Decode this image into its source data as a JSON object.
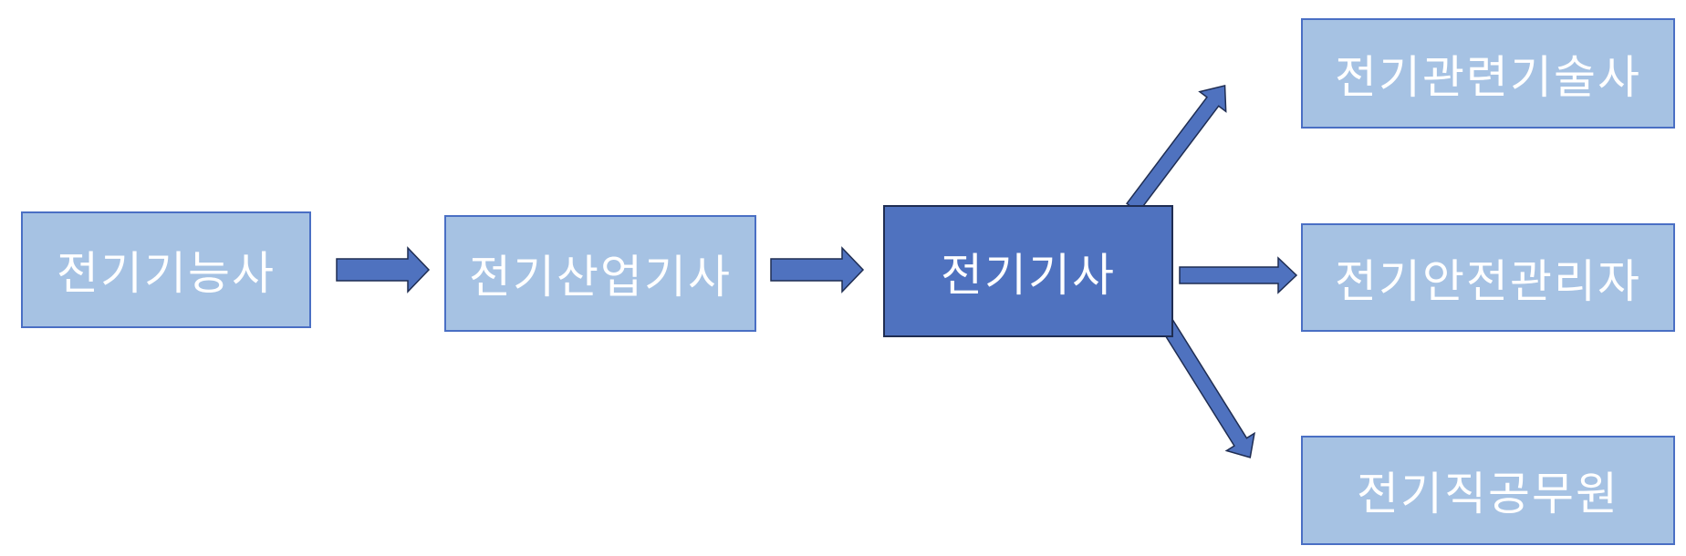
{
  "diagram": {
    "nodes": [
      {
        "id": "n1",
        "label": "전기기능사",
        "style": "light"
      },
      {
        "id": "n2",
        "label": "전기산업기사",
        "style": "light"
      },
      {
        "id": "n3",
        "label": "전기기사",
        "style": "dark"
      },
      {
        "id": "n4",
        "label": "전기관련기술사",
        "style": "light"
      },
      {
        "id": "n5",
        "label": "전기안전관리자",
        "style": "light"
      },
      {
        "id": "n6",
        "label": "전기직공무원",
        "style": "light"
      }
    ],
    "edges": [
      {
        "from": "n1",
        "to": "n2"
      },
      {
        "from": "n2",
        "to": "n3"
      },
      {
        "from": "n3",
        "to": "n4"
      },
      {
        "from": "n3",
        "to": "n5"
      },
      {
        "from": "n3",
        "to": "n6"
      }
    ],
    "colors": {
      "box_light": "#a6c2e3",
      "box_dark": "#4f72bf",
      "arrow_fill": "#4f72bf",
      "arrow_stroke": "#1f2d52",
      "text": "#ffffff"
    }
  }
}
